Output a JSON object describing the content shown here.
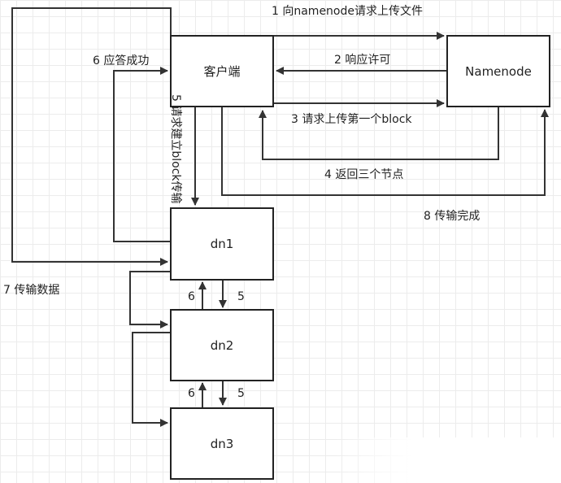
{
  "nodes": {
    "client": "客户端",
    "namenode": "Namenode",
    "dn1": "dn1",
    "dn2": "dn2",
    "dn3": "dn3"
  },
  "edges": {
    "e1": "1 向namenode请求上传文件",
    "e2": "2 响应许可",
    "e3": "3 请求上传第一个block",
    "e4": "4 返回三个节点",
    "e5": "5 请求建立block传输",
    "e6": "6 应答成功",
    "e7": "7 传输数据",
    "e8": "8 传输完成",
    "dn1_dn2_ack": "6",
    "dn1_dn2_req": "5",
    "dn2_dn3_ack": "6",
    "dn2_dn3_req": "5"
  }
}
